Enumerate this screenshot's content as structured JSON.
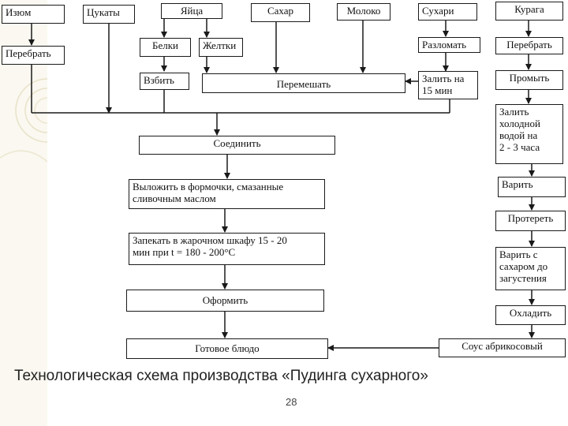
{
  "boxes": {
    "raisins": "Изюм",
    "sort_raisins": "Перебрать",
    "candied": "Цукаты",
    "eggs": "Яйца",
    "whites": "Белки",
    "yolks": "Желтки",
    "whip": "Взбить",
    "sugar": "Сахар",
    "milk": "Молоко",
    "mix": "Перемешать",
    "crackers": "Сухари",
    "break": "Разломать",
    "pour": "Залить на\n15 мин",
    "combine": "Соединить",
    "mold": "Выложить в формочки, смазанные\nсливочным маслом",
    "bake": "Запекать в жарочном шкафу 15 - 20\nмин  при t = 180 - 200°С",
    "decorate": "Оформить",
    "dish": "Готовое блюдо",
    "apricots": "Курага",
    "sort_apricots": "Перебрать",
    "wash": "Промыть",
    "soak": "Залить\nхолодной\nводой на\n2 - 3 часа",
    "boil": "Варить",
    "rub": "Протереть",
    "boil_sugar": "Варить с\nсахаром до\nзагустения",
    "cool": "Охладить",
    "sauce": "Соус абрикосовый"
  },
  "caption": "Технологическая схема производства  «Пудинга сухарного»",
  "page_number": "28",
  "colors": {
    "line": "#1a1a1a",
    "deco": "#e4dfc8"
  }
}
